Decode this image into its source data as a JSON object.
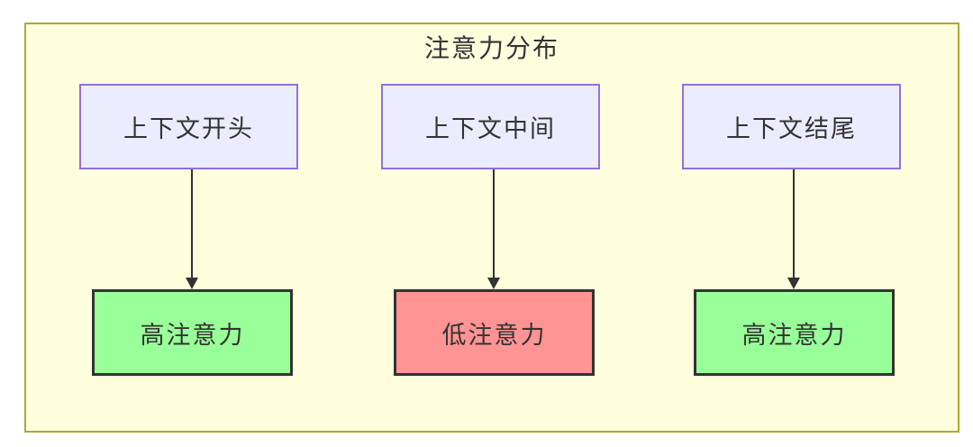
{
  "diagram": {
    "type": "flowchart",
    "title": "注意力分布",
    "nodes": {
      "top": [
        {
          "id": "context-beginning",
          "label": "上下文开头"
        },
        {
          "id": "context-middle",
          "label": "上下文中间"
        },
        {
          "id": "context-end",
          "label": "上下文结尾"
        }
      ],
      "bottom": [
        {
          "id": "high-attention-left",
          "label": "高注意力",
          "level": "high"
        },
        {
          "id": "low-attention-middle",
          "label": "低注意力",
          "level": "low"
        },
        {
          "id": "high-attention-right",
          "label": "高注意力",
          "level": "high"
        }
      ]
    },
    "edges": [
      {
        "from": "上下文开头",
        "to": "高注意力"
      },
      {
        "from": "上下文中间",
        "to": "低注意力"
      },
      {
        "from": "上下文结尾",
        "to": "高注意力"
      }
    ],
    "colors": {
      "canvas_bg": "#ffffff",
      "group_bg": "#ffffde",
      "group_border": "#aaaa33",
      "source_node_bg": "#ececff",
      "source_node_border": "#9370db",
      "high_attention_bg": "#99ff99",
      "low_attention_bg": "#ff9494",
      "result_node_border": "#333333",
      "arrow_color": "#333333",
      "text_color": "#333333"
    }
  }
}
